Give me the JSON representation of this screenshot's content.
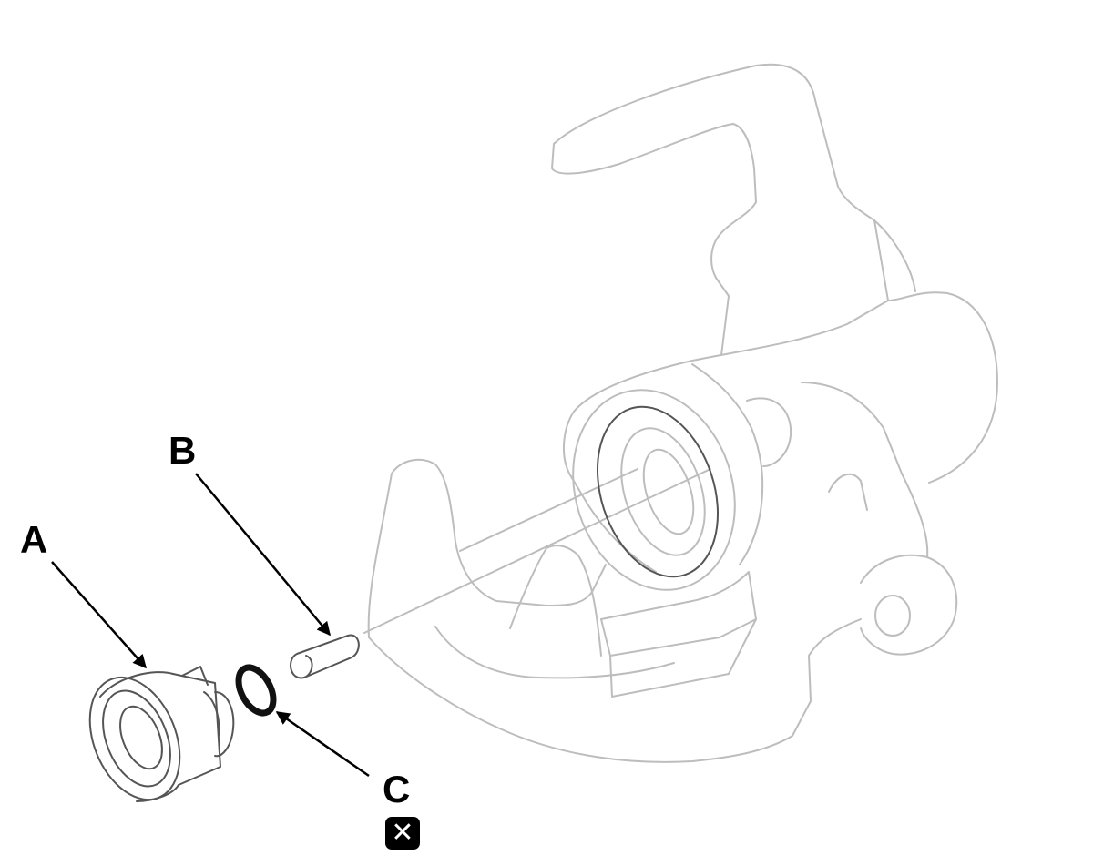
{
  "callouts": {
    "a": {
      "letter": "A"
    },
    "b": {
      "letter": "B"
    },
    "c": {
      "letter": "C",
      "note_icon": "replace-part-icon",
      "note_glyph": "✕"
    }
  },
  "colors": {
    "ghost_outline": "#bdbdbd",
    "part_outline": "#555555",
    "leader": "#000000",
    "icon_bg": "#000000"
  }
}
